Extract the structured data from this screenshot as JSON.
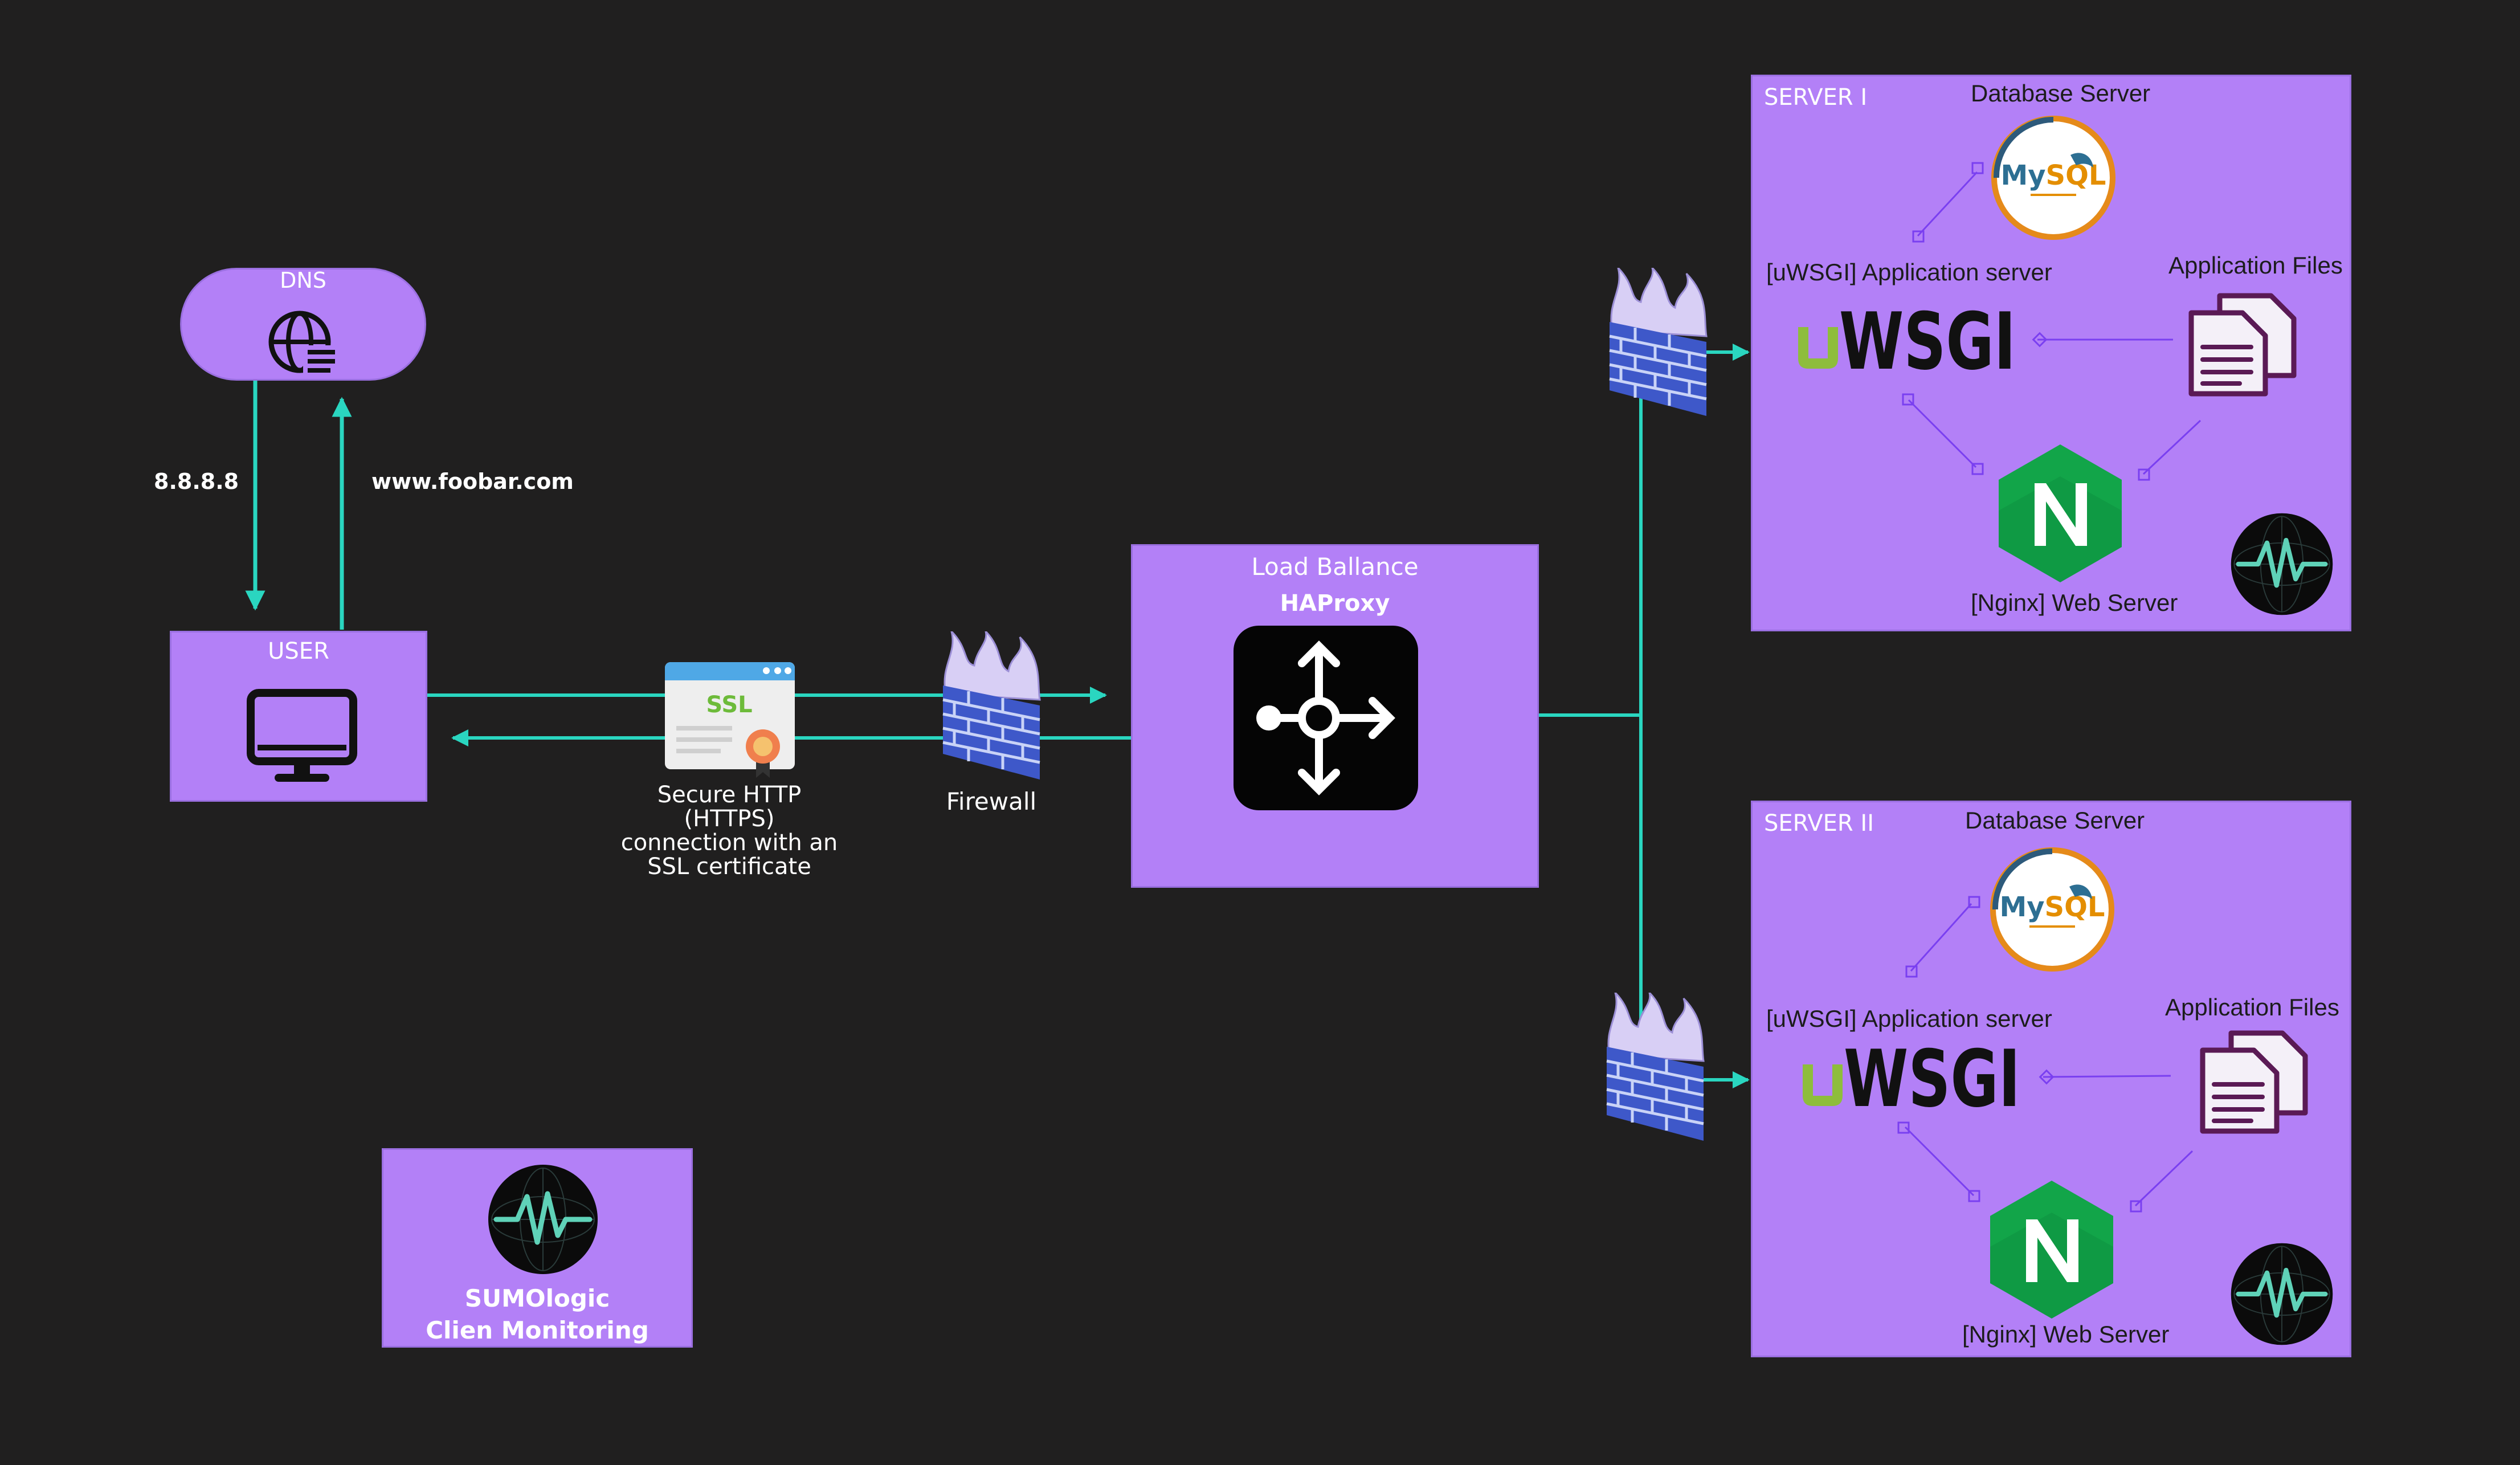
{
  "dns": {
    "label": "DNS"
  },
  "user": {
    "label": "USER"
  },
  "dns_links": {
    "to_user": "8.8.8.8",
    "from_user": "www.foobar.com"
  },
  "ssl": {
    "badge": "SSL",
    "caption_lines": [
      "Secure HTTP",
      "(HTTPS)",
      "connection with an",
      "SSL certificate"
    ]
  },
  "firewall_main": {
    "label": "Firewall"
  },
  "load_balancer": {
    "title": "Load Ballance",
    "subtitle": "HAProxy"
  },
  "monitoring": {
    "line1": "SUMOlogic",
    "line2": "Clien Monitoring"
  },
  "servers": [
    {
      "title": "SERVER I",
      "db_label": "Database Server",
      "db_logo": "MySQL",
      "app_label": "[uWSGI] Application server",
      "app_logo": "uWSGI",
      "files_label": "Application Files",
      "web_label": "[Nginx] Web Server",
      "web_logo": "N"
    },
    {
      "title": "SERVER II",
      "db_label": "Database Server",
      "db_logo": "MySQL",
      "app_label": "[uWSGI] Application server",
      "app_logo": "uWSGI",
      "files_label": "Application Files",
      "web_label": "[Nginx] Web Server",
      "web_logo": "N"
    }
  ],
  "colors": {
    "background": "#201f1f",
    "box": "#b380f7",
    "arrow": "#2ad6c0",
    "inner_link": "#7a3ff0",
    "nginx": "#0f9a44",
    "mysql_ring": "#e58a1a"
  },
  "icons": [
    "globe-icon",
    "monitor-icon",
    "ssl-certificate-icon",
    "firewall-icon",
    "load-balancer-icon",
    "pulse-monitor-icon",
    "mysql-logo",
    "uwsgi-logo",
    "files-icon",
    "nginx-logo"
  ]
}
